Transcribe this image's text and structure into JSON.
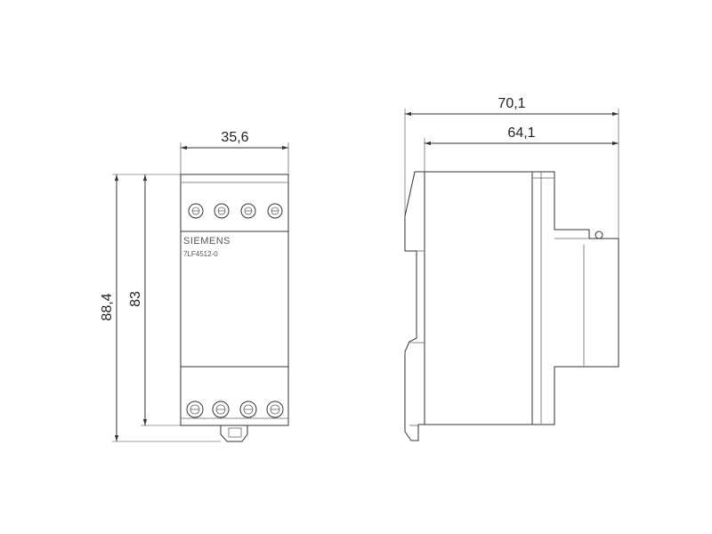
{
  "front_view": {
    "brand": "SIEMENS",
    "model": "7LF4512-0",
    "width_dim": "35,6",
    "height_total_dim": "88,4",
    "height_body_dim": "83"
  },
  "side_view": {
    "depth_total_dim": "70,1",
    "depth_body_dim": "64,1"
  }
}
